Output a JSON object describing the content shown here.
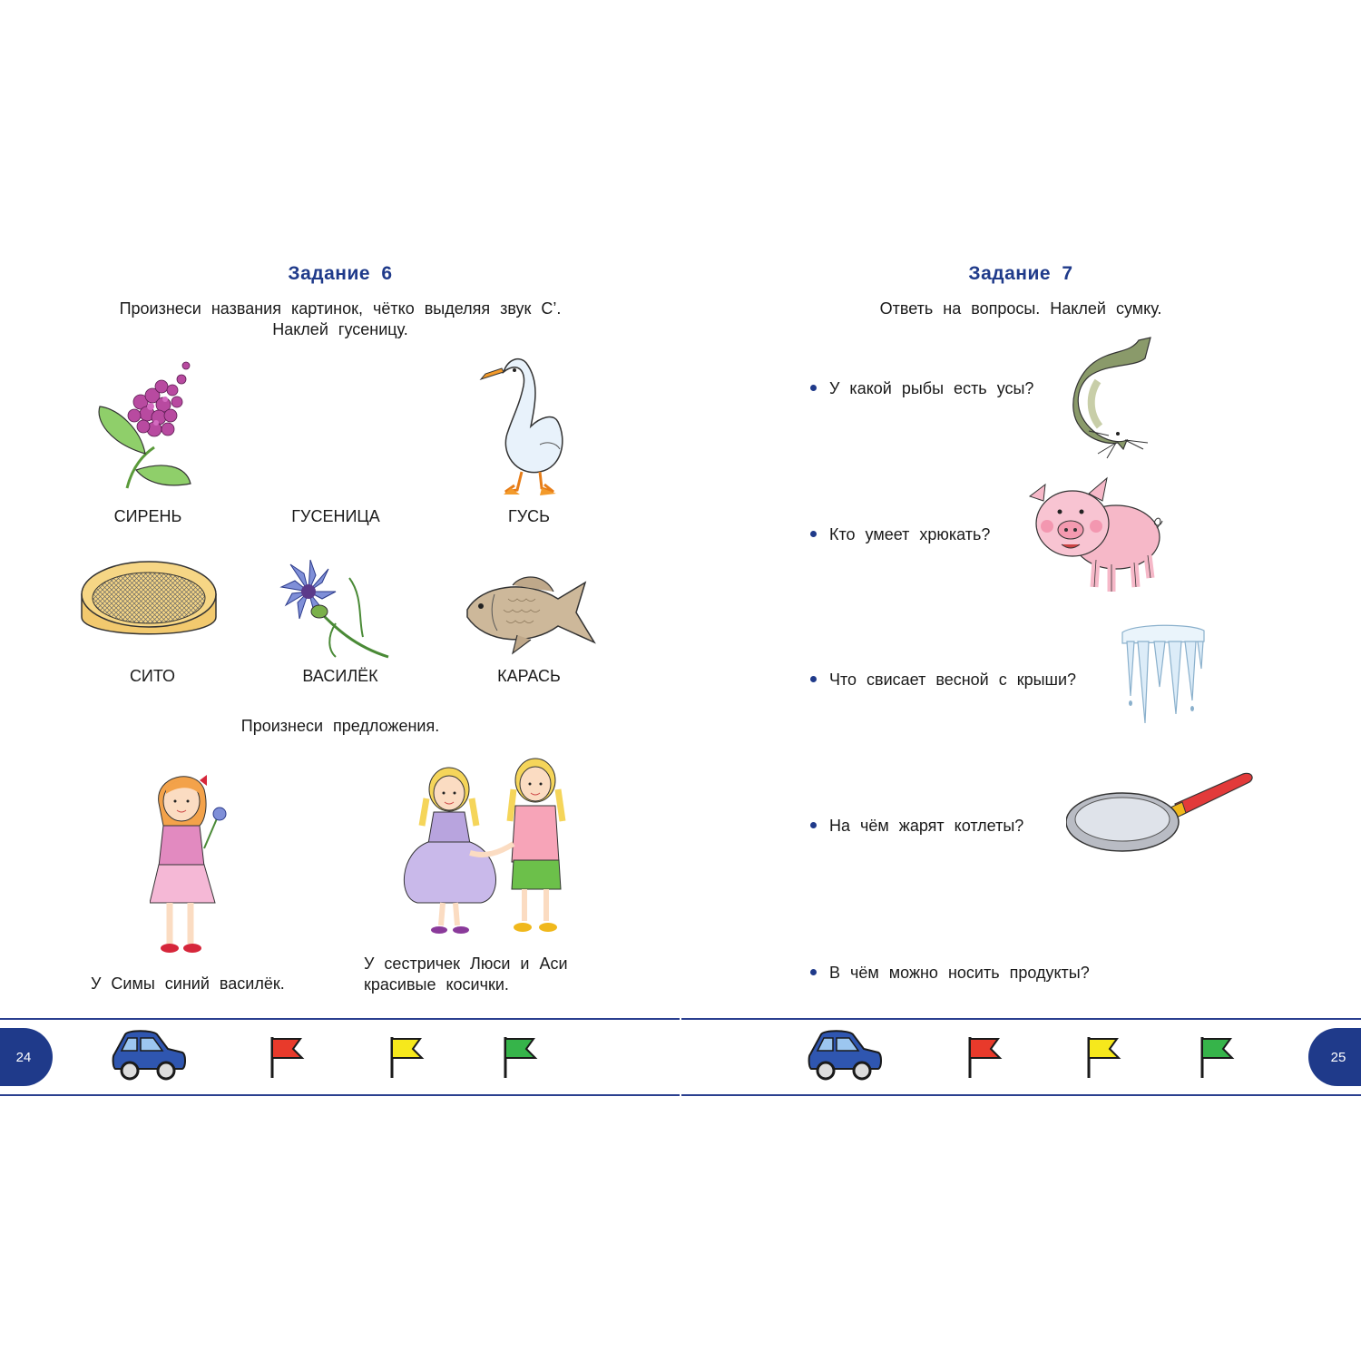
{
  "left_page": {
    "title": "Задание 6",
    "instruction_line1": "Произнеси названия картинок, чётко выделяя звук С’.",
    "instruction_line2": "Наклей гусеницу.",
    "items": [
      {
        "label": "СИРЕНЬ",
        "icon": "lilac-icon"
      },
      {
        "label": "ГУСЕНИЦА",
        "icon": "sticker-slot"
      },
      {
        "label": "ГУСЬ",
        "icon": "goose-icon"
      },
      {
        "label": "СИТО",
        "icon": "sieve-icon"
      },
      {
        "label": "ВАСИЛЁК",
        "icon": "cornflower-icon"
      },
      {
        "label": "КАРАСЬ",
        "icon": "crucian-fish-icon"
      }
    ],
    "sentences_instruction": "Произнеси предложения.",
    "sentence1": "У Симы синий василёк.",
    "sentence2_line1": "У сестричек Люси и Аси",
    "sentence2_line2": "красивые косички.",
    "page_number": "24"
  },
  "right_page": {
    "title": "Задание 7",
    "instruction": "Ответь на вопросы. Наклей сумку.",
    "questions": [
      {
        "text": "У какой рыбы есть усы?",
        "icon": "catfish-icon"
      },
      {
        "text": "Кто умеет хрюкать?",
        "icon": "pig-icon"
      },
      {
        "text": "Что свисает весной с крыши?",
        "icon": "icicle-icon"
      },
      {
        "text": "На чём жарят котлеты?",
        "icon": "frying-pan-icon"
      },
      {
        "text": "В чём можно носить продукты?",
        "icon": "sticker-slot"
      }
    ],
    "page_number": "25"
  },
  "strip": {
    "icons": [
      "car-icon",
      "red-flag-icon",
      "yellow-flag-icon",
      "green-flag-icon"
    ],
    "colors": {
      "border": "#2a3f8f",
      "car": "#2f56b0",
      "flag_red": "#e83a2b",
      "flag_yellow": "#f6e81c",
      "flag_green": "#36b44a"
    }
  }
}
